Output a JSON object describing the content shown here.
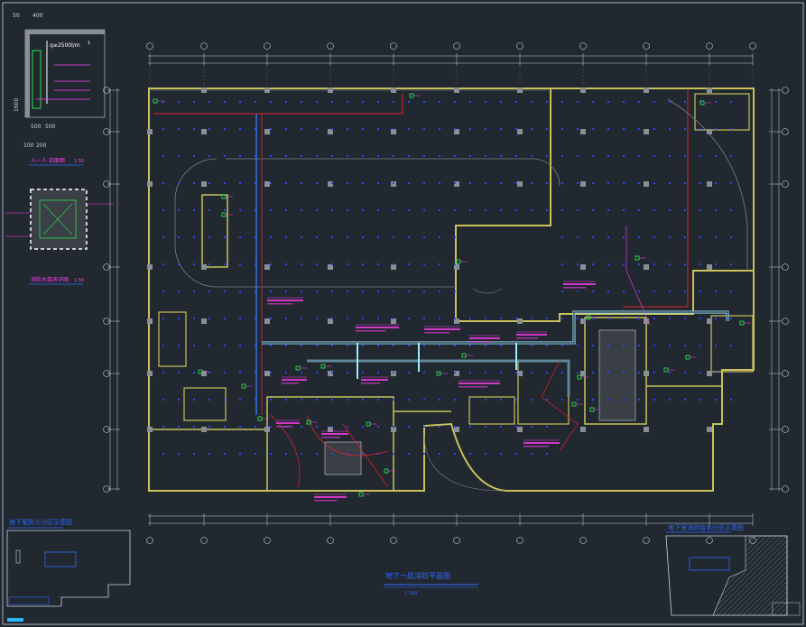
{
  "drawing": {
    "colors": {
      "background": "#212830",
      "wall": "#c9c25a",
      "dim": "#c8d2dc",
      "pipe_blue": "#3a7dff",
      "pipe_red": "#e0202a",
      "annotation": "#ff3df0",
      "equipment": "#27e04a",
      "sprinkler": "#2a44ff",
      "duct": "#9fe8ff",
      "title": "#2f6bff"
    }
  },
  "detail_top": {
    "dims_top": [
      "50",
      "400"
    ],
    "dims_side": "1600",
    "dims_bottom_a": [
      "500",
      "500"
    ],
    "dims_bottom_b": [
      "100",
      "200"
    ],
    "flow_note": "q≥2500l/m",
    "mark": "1",
    "caption": "人一人 剖面图",
    "scale": "1:50"
  },
  "detail_middle": {
    "caption": "消防水泵房详图",
    "scale": "1:50"
  },
  "bottom_left": {
    "title": "地下室防火分区示意图"
  },
  "bottom_right": {
    "title": "地下室消防给水分区示意图"
  },
  "main": {
    "title": "地下一层消防平面图",
    "subtitle": "1:100"
  }
}
